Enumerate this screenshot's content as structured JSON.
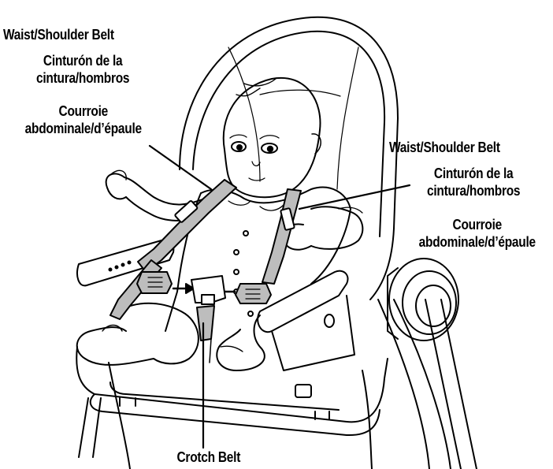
{
  "labels": {
    "left": {
      "en": "Waist/Shoulder Belt",
      "es_line1": "Cinturón de la",
      "es_line2": "cintura/hombros",
      "fr_line1": "Courroie",
      "fr_line2": "abdominale/d’épaule"
    },
    "right": {
      "en": "Waist/Shoulder Belt",
      "es_line1": "Cinturón de la",
      "es_line2": "cintura/hombros",
      "fr_line1": "Courroie",
      "fr_line2": "abdominale/d’épaule"
    },
    "bottom": {
      "en": "Crotch Belt"
    }
  },
  "colors": {
    "ink": "#000000",
    "belt": "#bdbdbd",
    "paper": "#ffffff"
  }
}
